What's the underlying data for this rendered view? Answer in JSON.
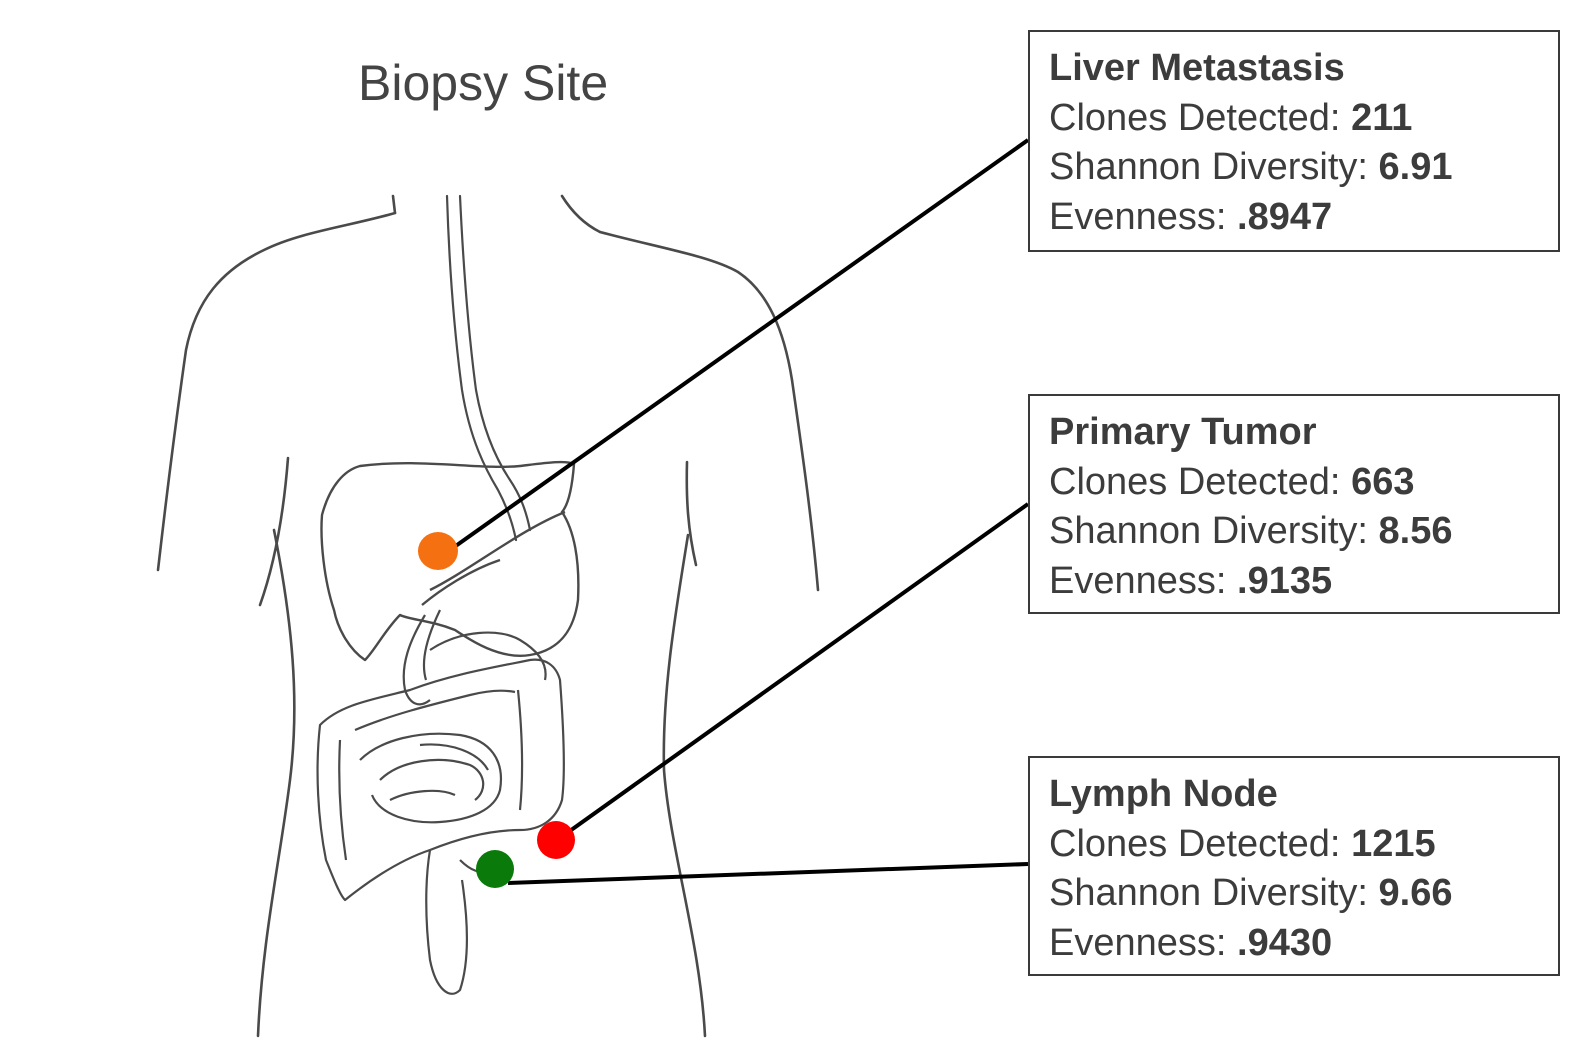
{
  "title": "Biopsy Site",
  "colors": {
    "liver_marker": "#f57010",
    "primary_marker": "#ff0000",
    "lymph_marker": "#0a7a0a",
    "outline": "#4a4a4a",
    "connector": "#000000",
    "text": "#3c3c3c"
  },
  "sites": [
    {
      "name": "Liver Metastasis",
      "clones_label": "Clones Detected:",
      "clones_value": "211",
      "shannon_label": "Shannon Diversity:",
      "shannon_value": "6.91",
      "evenness_label": "Evenness:",
      "evenness_value": ".8947",
      "marker_color": "orange"
    },
    {
      "name": "Primary Tumor",
      "clones_label": "Clones Detected:",
      "clones_value": "663",
      "shannon_label": "Shannon Diversity:",
      "shannon_value": "8.56",
      "evenness_label": "Evenness:",
      "evenness_value": ".9135",
      "marker_color": "red"
    },
    {
      "name": "Lymph Node",
      "clones_label": "Clones Detected:",
      "clones_value": "1215",
      "shannon_label": "Shannon Diversity:",
      "shannon_value": "9.66",
      "evenness_label": "Evenness:",
      "evenness_value": ".9430",
      "marker_color": "green"
    }
  ]
}
